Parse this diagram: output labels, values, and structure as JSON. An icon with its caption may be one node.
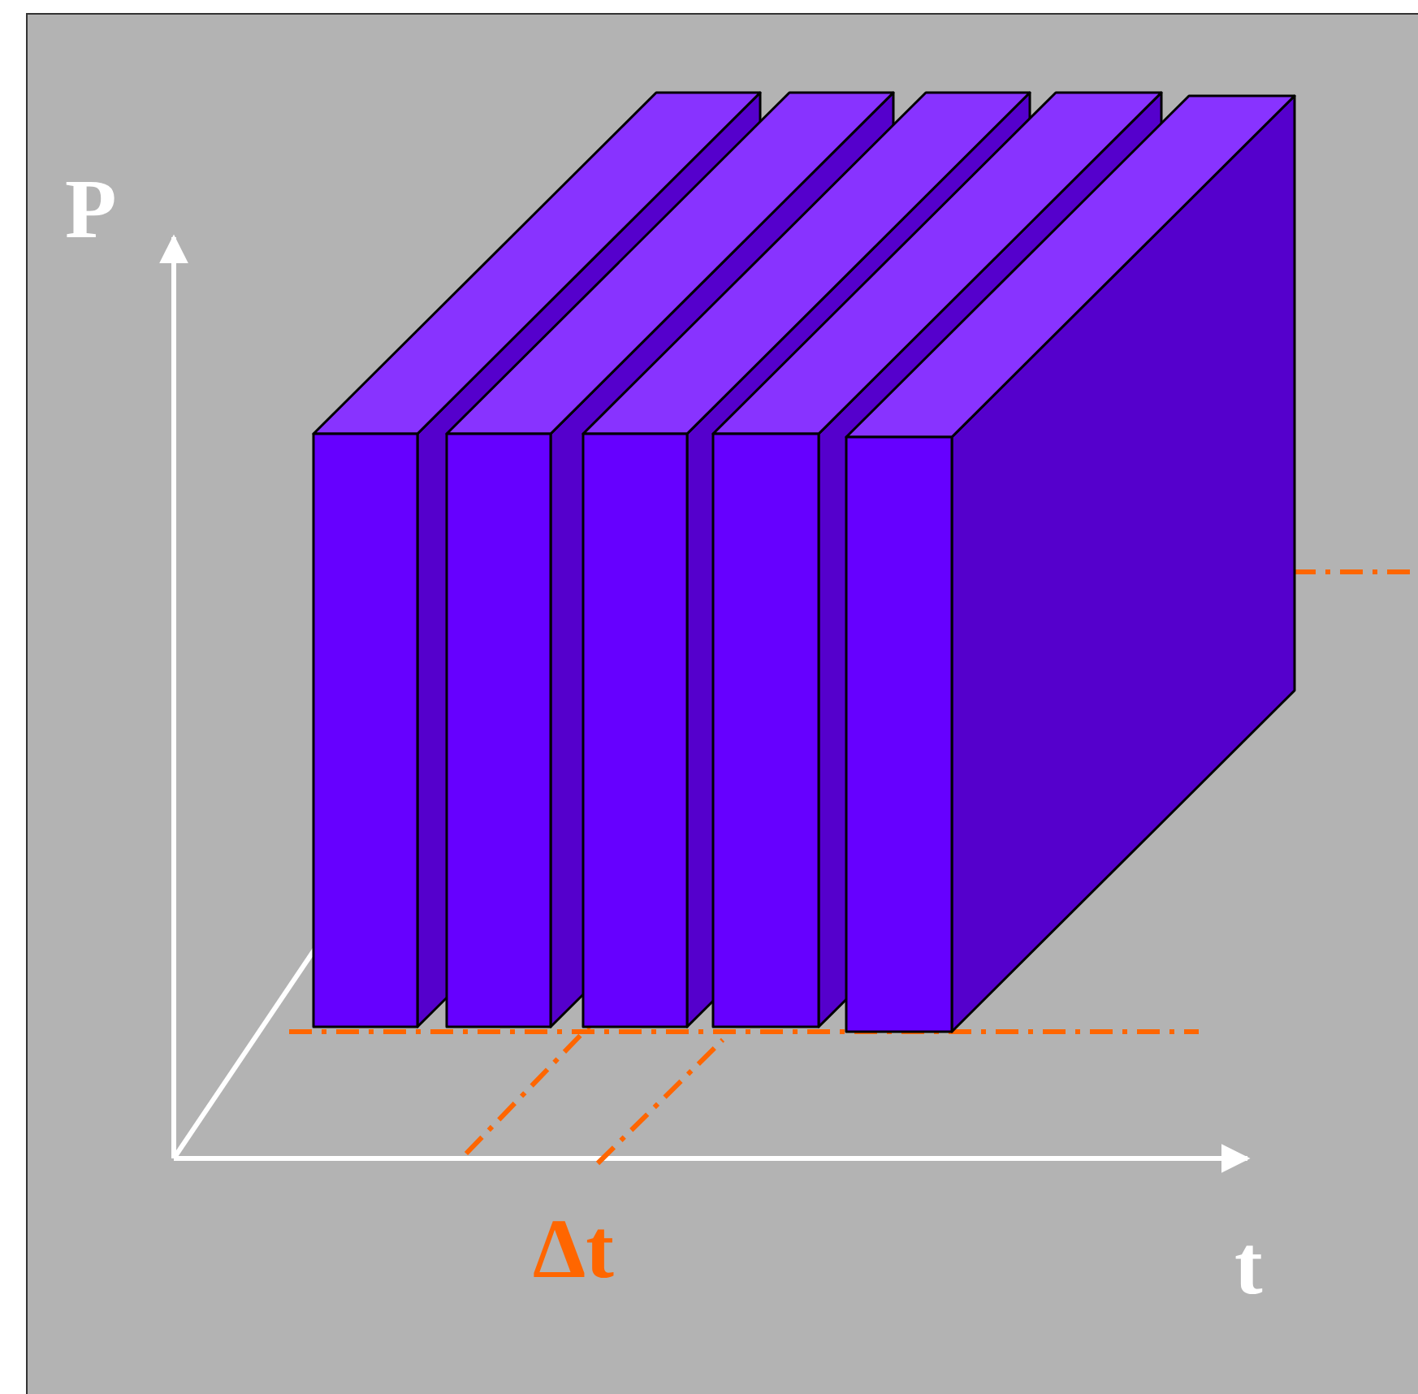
{
  "diagram": {
    "labels": [
      "P",
      "Δt",
      "t"
    ]
  }
}
